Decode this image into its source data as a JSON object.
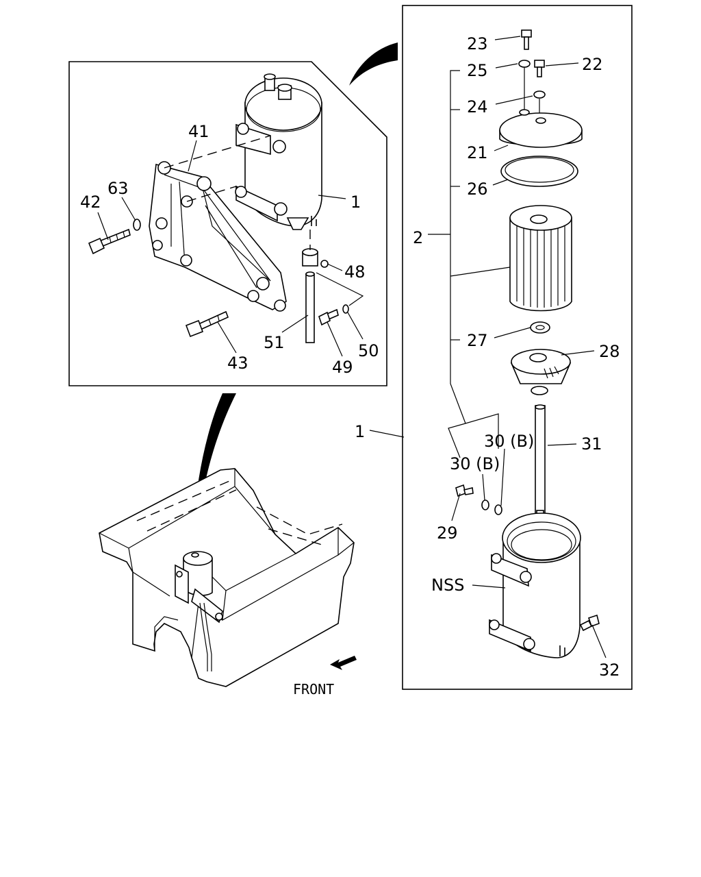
{
  "diagram": {
    "labels": {
      "l1_inset": "1",
      "l41": "41",
      "l42": "42",
      "l63": "63",
      "l48": "48",
      "l43": "43",
      "l51": "51",
      "l49": "49",
      "l50": "50",
      "l23": "23",
      "l22": "22",
      "l25": "25",
      "l24": "24",
      "l21": "21",
      "l26": "26",
      "l2": "2",
      "l27": "27",
      "l28": "28",
      "l1_main": "1",
      "l30a": "30 (B)",
      "l30b": "30 (B)",
      "l31": "31",
      "l29": "29",
      "lNSS": "NSS",
      "l32": "32"
    },
    "front_label": "FRONT"
  }
}
